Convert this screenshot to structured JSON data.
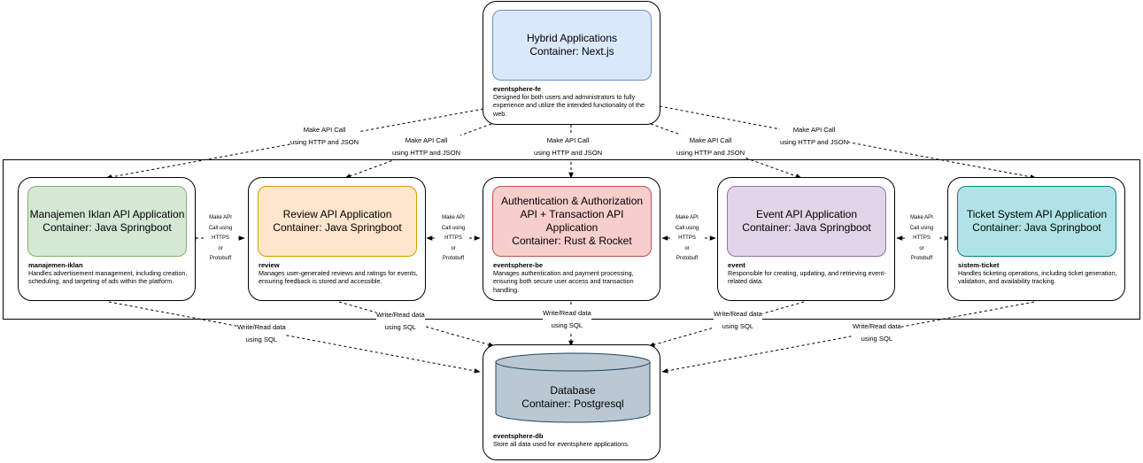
{
  "frontend": {
    "title": "Hybrid Applications",
    "container": "Container: Next.js",
    "name": "eventsphere-fe",
    "description": "Designed for both users and administrators to fully experience and utilize the intended functionality of the web."
  },
  "services": [
    {
      "title": "Manajemen Iklan API Application",
      "container": "Container: Java Springboot",
      "name": "manajemen-iklan",
      "description": "Handles advertisement management, including creation, scheduling, and targeting of ads within the platform.",
      "color": "#d5e8d4",
      "border": "#82b366"
    },
    {
      "title": "Review API Application",
      "container": "Container: Java Springboot",
      "name": "review",
      "description": "Manages user-generated reviews and ratings for events, ensuring feedback is stored and accessible.",
      "color": "#ffe6cc",
      "border": "#d79b00"
    },
    {
      "title": "Authentication & Authorization API + Transaction API Application",
      "title_line1": "Authentication & Authorization",
      "title_line2": "API + Transaction API",
      "title_line3": "Application",
      "container": "Container: Rust & Rocket",
      "name": "eventsphere-be",
      "description": "Manages authentication and payment processing, ensuring both secure user access and transaction handling.",
      "color": "#f8cecc",
      "border": "#b85450"
    },
    {
      "title": "Event API Application",
      "container": "Container: Java Springboot",
      "name": "event",
      "description": "Responsible for creating, updating, and retrieving event-related data.",
      "color": "#e1d5e7",
      "border": "#9673a6"
    },
    {
      "title": "Ticket System API Application",
      "container": "Container: Java Springboot",
      "name": "sistem-ticket",
      "description": "Handles ticketing operations, including ticket generation, validation, and availability tracking.",
      "color": "#b0e3e6",
      "border": "#0e8088"
    }
  ],
  "database": {
    "title": "Database",
    "container": "Container: Postgresql",
    "name": "eventsphere-db",
    "description": "Store all data used for eventsphere applications.",
    "color": "#bac8d3",
    "border": "#23445d"
  },
  "labels": {
    "api_call_line1": "Make API Call",
    "api_call_line2": "using HTTP and JSON",
    "service_call": [
      "Make API",
      "Call using",
      "HTTPS",
      "or",
      "Protobuff"
    ],
    "sql_line1": "Write/Read data",
    "sql_line2": "using SQL"
  }
}
